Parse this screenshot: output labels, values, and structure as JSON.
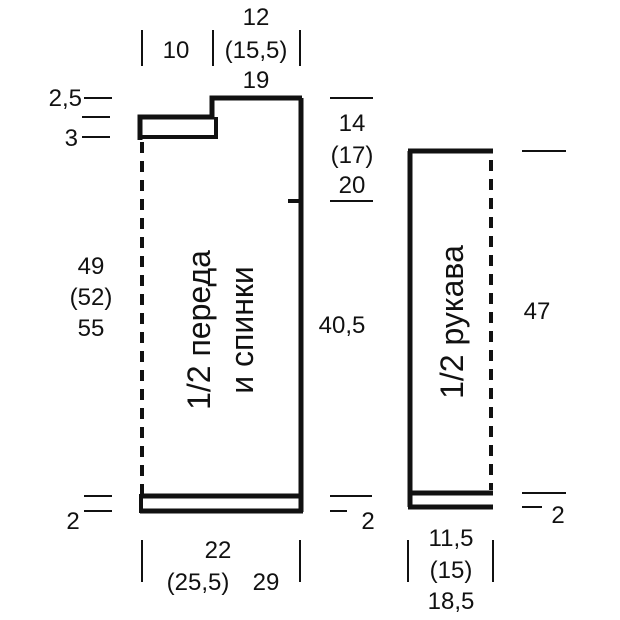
{
  "colors": {
    "ink": "#111111",
    "background": "#ffffff"
  },
  "body_piece": {
    "label_line1": "1/2 переда",
    "label_line2": "и спинки",
    "top_left_width": "10",
    "top_right_width": [
      "12",
      "(15,5)",
      "19"
    ],
    "left_offset_1": "2,5",
    "left_offset_2": "3",
    "armhole_height": [
      "14",
      "(17)",
      "20"
    ],
    "total_height": [
      "49",
      "(52)",
      "55"
    ],
    "side_height": "40,5",
    "hem_left": "2",
    "hem_right": "2",
    "bottom_width": [
      "22",
      "(25,5)",
      "29"
    ]
  },
  "sleeve_piece": {
    "label": "1/2 рукава",
    "height": "47",
    "hem": "2",
    "bottom_width": [
      "11,5",
      "(15)",
      "18,5"
    ]
  }
}
